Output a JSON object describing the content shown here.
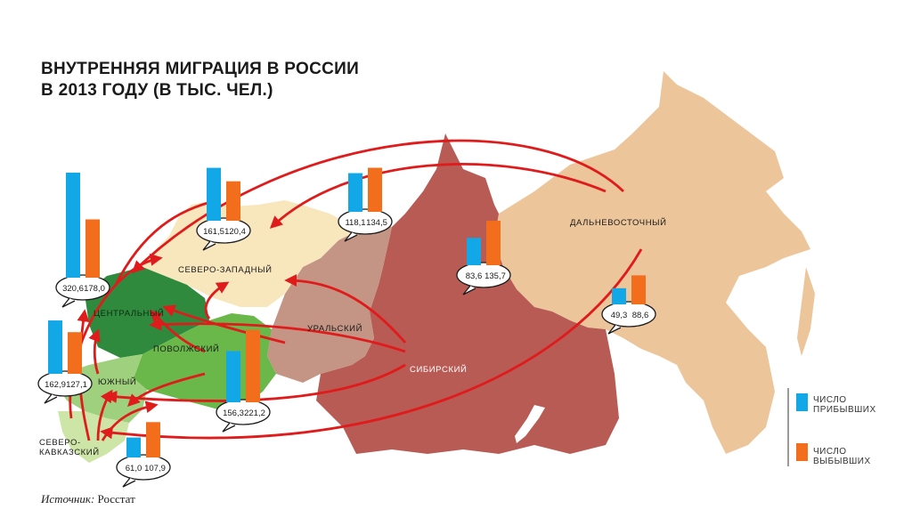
{
  "title": {
    "line1": "ВНУТРЕННЯЯ МИГРАЦИЯ В РОССИИ",
    "line2": "В 2013 ГОДУ (В ТЫС. ЧЕЛ.)"
  },
  "source": {
    "label": "Источник:",
    "value": "Росстат"
  },
  "legend": {
    "arrived": {
      "line1": "ЧИСЛО",
      "line2": "ПРИБЫВШИХ",
      "color": "#12a8e8"
    },
    "departed": {
      "line1": "ЧИСЛО",
      "line2": "ВЫБЫВШИХ",
      "color": "#f26d1c"
    }
  },
  "colors": {
    "arrow": "#e01b1b",
    "central": "#2f8a3e",
    "volga": "#6ab84a",
    "south": "#9fd07d",
    "north_caucasus": "#cde6a8",
    "northwest": "#f8e6bd",
    "ural": "#c49484",
    "siberian": "#b85b55",
    "fareast": "#ecc59b"
  },
  "regions": [
    {
      "id": "central",
      "name": "ЦЕНТРАЛЬНЫЙ",
      "arrived": 320.6,
      "departed": 178.0,
      "arrived_label": "320,6",
      "departed_label": "178,0"
    },
    {
      "id": "northwest",
      "name": "СЕВЕРО-ЗАПАДНЫЙ",
      "arrived": 161.5,
      "departed": 120.4,
      "arrived_label": "161,5",
      "departed_label": "120,4"
    },
    {
      "id": "volga",
      "name": "ПОВОЛЖСКИЙ",
      "arrived": 156.3,
      "departed": 221.2,
      "arrived_label": "156,3",
      "departed_label": "221,2"
    },
    {
      "id": "south",
      "name": "ЮЖНЫЙ",
      "arrived": 162.9,
      "departed": 127.1,
      "arrived_label": "162,9",
      "departed_label": "127,1"
    },
    {
      "id": "ncaucasus",
      "name_line1": "СЕВЕРО-",
      "name_line2": "КАВКАЗСКИЙ",
      "arrived": 61.0,
      "departed": 107.9,
      "arrived_label": "61,0",
      "departed_label": "107,9"
    },
    {
      "id": "ural",
      "name": "УРАЛЬСКИЙ",
      "arrived": 118.1,
      "departed": 134.5,
      "arrived_label": "118,1",
      "departed_label": "134,5"
    },
    {
      "id": "siberian",
      "name": "СИБИРСКИЙ",
      "arrived": 83.6,
      "departed": 135.7,
      "arrived_label": "83,6",
      "departed_label": "135,7"
    },
    {
      "id": "fareast",
      "name": "ДАЛЬНЕВОСТОЧНЫЙ",
      "arrived": 49.3,
      "departed": 88.6,
      "arrived_label": "49,3",
      "departed_label": "88,6"
    }
  ]
}
